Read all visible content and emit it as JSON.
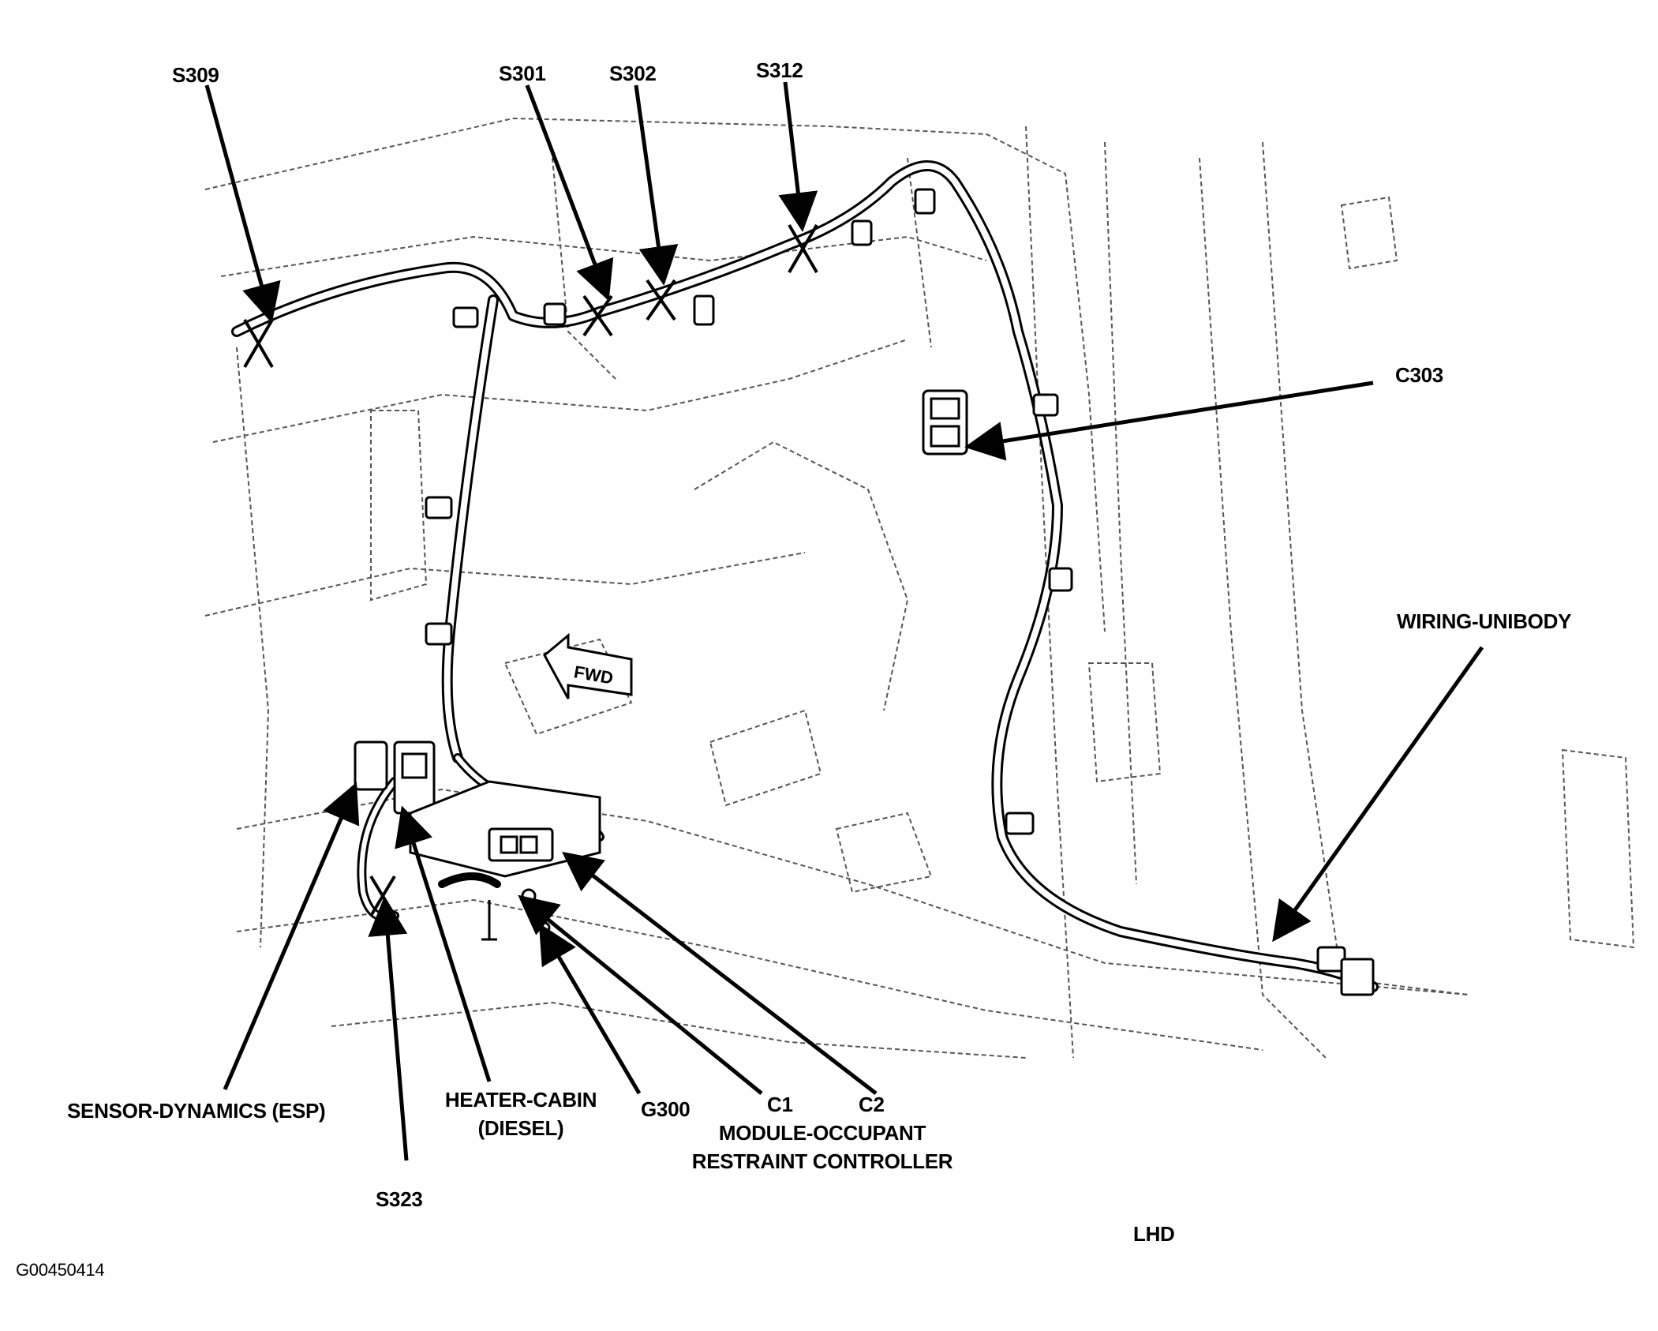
{
  "labels": {
    "s309": "S309",
    "s301": "S301",
    "s302": "S302",
    "s312": "S312",
    "c303": "C303",
    "wiring_unibody": "WIRING-UNIBODY",
    "sensor_dynamics": "SENSOR-DYNAMICS (ESP)",
    "heater_cabin_line1": "HEATER-CABIN",
    "heater_cabin_line2": "(DIESEL)",
    "g300": "G300",
    "c1": "C1",
    "c2": "C2",
    "module_line1": "MODULE-OCCUPANT",
    "module_line2": "RESTRAINT CONTROLLER",
    "s323": "S323",
    "lhd": "LHD",
    "figure_id": "G00450414",
    "fwd_arrow": "FWD"
  }
}
